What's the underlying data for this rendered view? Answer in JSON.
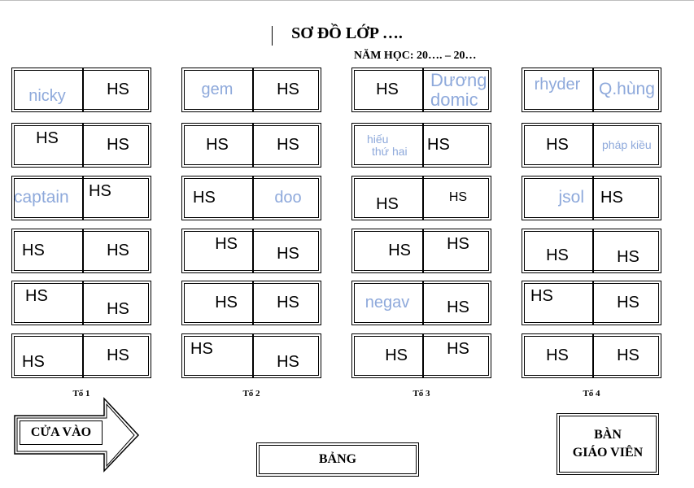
{
  "title": "SƠ ĐỒ LỚP ….",
  "school_year": "NĂM HỌC: 20…. – 20…",
  "groups": [
    {
      "label": "Tổ 1",
      "desks": [
        {
          "left": "nicky",
          "right": "HS"
        },
        {
          "left": "HS",
          "right": "HS"
        },
        {
          "left": "captain",
          "right": "HS"
        },
        {
          "left": "HS",
          "right": "HS"
        },
        {
          "left": "HS",
          "right": "HS"
        },
        {
          "left": "HS",
          "right": "HS"
        }
      ]
    },
    {
      "label": "Tổ 2",
      "desks": [
        {
          "left": "gem",
          "right": "HS"
        },
        {
          "left": "HS",
          "right": "HS"
        },
        {
          "left": "HS",
          "right": "doo"
        },
        {
          "left": "HS",
          "right": "HS"
        },
        {
          "left": "HS",
          "right": "HS"
        },
        {
          "left": "HS",
          "right": "HS"
        }
      ]
    },
    {
      "label": "Tổ 3",
      "desks": [
        {
          "left": "HS",
          "right": "Dương domic",
          "right_lines": [
            "Dương",
            "domic"
          ]
        },
        {
          "left": "hiếu thứ hai",
          "left_lines": [
            "hiếu",
            "thứ hai"
          ],
          "right": "HS"
        },
        {
          "left": "HS",
          "right": "HS"
        },
        {
          "left": "HS",
          "right": "HS"
        },
        {
          "left": "negav",
          "right": "HS"
        },
        {
          "left": "HS",
          "right": "HS"
        }
      ]
    },
    {
      "label": "Tổ 4",
      "desks": [
        {
          "left": "rhyder",
          "right": "Q.hùng"
        },
        {
          "left": "HS",
          "right": "pháp kiều"
        },
        {
          "left": "jsol",
          "right": "HS"
        },
        {
          "left": "HS",
          "right": "HS"
        },
        {
          "left": "HS",
          "right": "HS"
        },
        {
          "left": "HS",
          "right": "HS"
        }
      ]
    }
  ],
  "entrance_label": "CỬA VÀO",
  "board_label": "BẢNG",
  "teacher_desk_lines": [
    "BÀN",
    "GIÁO VIÊN"
  ],
  "colors": {
    "named_student": "#8ea9db",
    "placeholder": "#000000"
  }
}
